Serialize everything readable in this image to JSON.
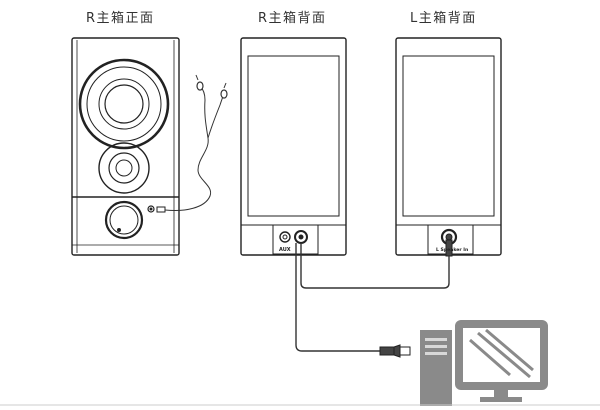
{
  "titles": {
    "r_front": "R主箱正面",
    "r_back": "R主箱背面",
    "l_back": "L主箱背面"
  },
  "labels": {
    "aux": "AUX",
    "l_speaker_in": "L Speaker In"
  },
  "colors": {
    "line": "#222222",
    "cable": "#333333",
    "computer_fill": "#8a8a8a",
    "text": "#333333"
  },
  "icons": {
    "earphones": "earphones-icon",
    "computer": "computer-tower-icon",
    "monitor": "monitor-icon",
    "usb_plug": "usb-plug-icon"
  }
}
